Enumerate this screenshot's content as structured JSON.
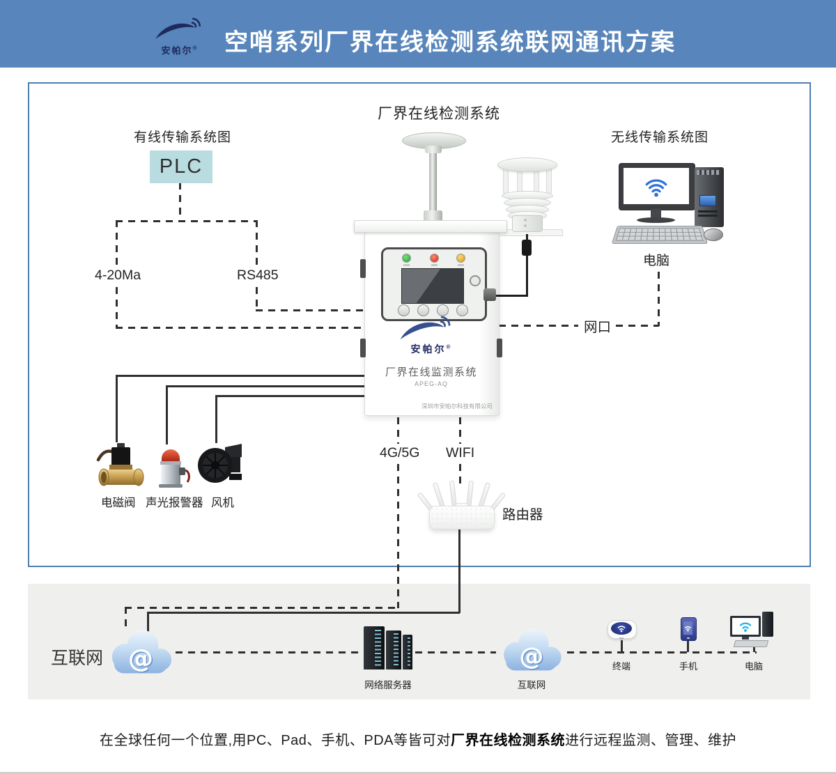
{
  "header": {
    "brand": "安帕尔",
    "reg": "®",
    "title": "空哨系列厂界在线检测系统联网通讯方案"
  },
  "diagram": {
    "system_title": "厂界在线检测系统",
    "wired_title": "有线传输系统图",
    "wireless_title": "无线传输系统图",
    "plc_label": "PLC",
    "signal_4_20ma": "4-20Ma",
    "signal_rs485": "RS485",
    "lan_port_label": "网口",
    "pc_label": "电脑",
    "link_4g_5g": "4G/5G",
    "link_wifi": "WIFI",
    "router_label": "路由器",
    "valve_label": "电磁阀",
    "alarm_label": "声光报警器",
    "fan_label": "风机",
    "cabinet": {
      "brand": "安帕尔",
      "reg": "®",
      "product_name": "厂界在线监测系统",
      "model": "APEG-AQ",
      "company": "深圳市安帕尔科技有限公司"
    }
  },
  "network_strip": {
    "internet_main_label": "互联网",
    "at_symbol": "@",
    "server_label": "网络服务器",
    "internet_cloud_label": "互联网",
    "terminal_label": "终端",
    "phone_label": "手机",
    "pc_label": "电脑"
  },
  "footer": {
    "caption_pre": "在全球任何一个位置,用PC、Pad、手机、PDA等皆可对",
    "caption_highlight": "厂界在线检测系统",
    "caption_post": "进行远程监测、管理、维护"
  }
}
